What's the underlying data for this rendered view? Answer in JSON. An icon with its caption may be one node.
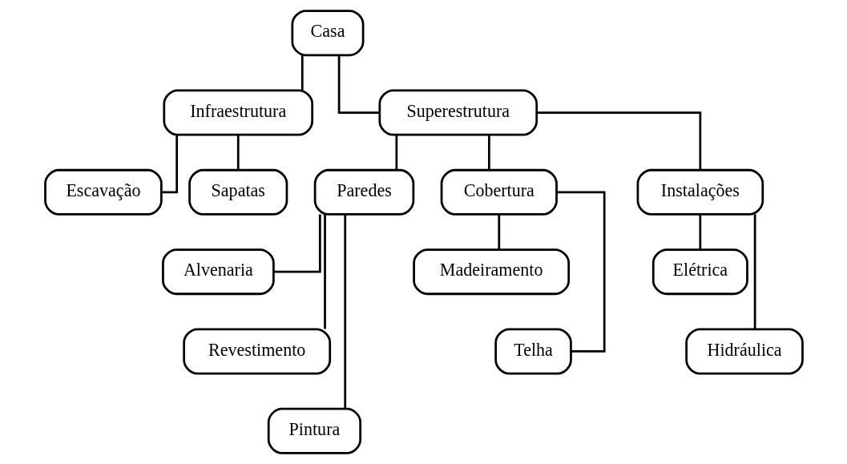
{
  "diagram": {
    "nodes": [
      {
        "text": [
          "Casa"
        ]
      },
      {
        "text": [
          "Infraestrutura"
        ]
      },
      {
        "text": [
          "Superestrutura"
        ]
      },
      {
        "text": [
          "Escavação"
        ]
      },
      {
        "text": [
          "Sapatas"
        ]
      },
      {
        "text": [
          "Paredes"
        ]
      },
      {
        "text": [
          "Cobertura"
        ]
      },
      {
        "text": [
          "Instalações"
        ]
      },
      {
        "text": [
          "Alvenaria"
        ]
      },
      {
        "text": [
          "Revestimento"
        ]
      },
      {
        "text": [
          "Pintura"
        ]
      },
      {
        "text": [
          "Madeiramento"
        ]
      },
      {
        "text": [
          "Telha"
        ]
      },
      {
        "text": [
          "Elétrica"
        ]
      },
      {
        "text": [
          "Hidráulica"
        ]
      }
    ],
    "edges": [
      {
        "from": 0,
        "to": 1,
        "arrow": "none"
      },
      {
        "from": 0,
        "to": 2,
        "arrow": "none"
      },
      {
        "from": 1,
        "to": 3,
        "arrow": "none"
      },
      {
        "from": 1,
        "to": 4,
        "arrow": "none"
      },
      {
        "from": 2,
        "to": 5,
        "arrow": "none"
      },
      {
        "from": 2,
        "to": 6,
        "arrow": "none"
      },
      {
        "from": 2,
        "to": 7,
        "arrow": "none"
      },
      {
        "from": 5,
        "to": 8,
        "arrow": "none"
      },
      {
        "from": 5,
        "to": 9,
        "arrow": "none"
      },
      {
        "from": 5,
        "to": 10,
        "arrow": "none"
      },
      {
        "from": 6,
        "to": 11,
        "arrow": "none"
      },
      {
        "from": 6,
        "to": 12,
        "arrow": "none"
      },
      {
        "from": 7,
        "to": 13,
        "arrow": "none"
      },
      {
        "from": 7,
        "to": 14,
        "arrow": "none"
      }
    ]
  }
}
